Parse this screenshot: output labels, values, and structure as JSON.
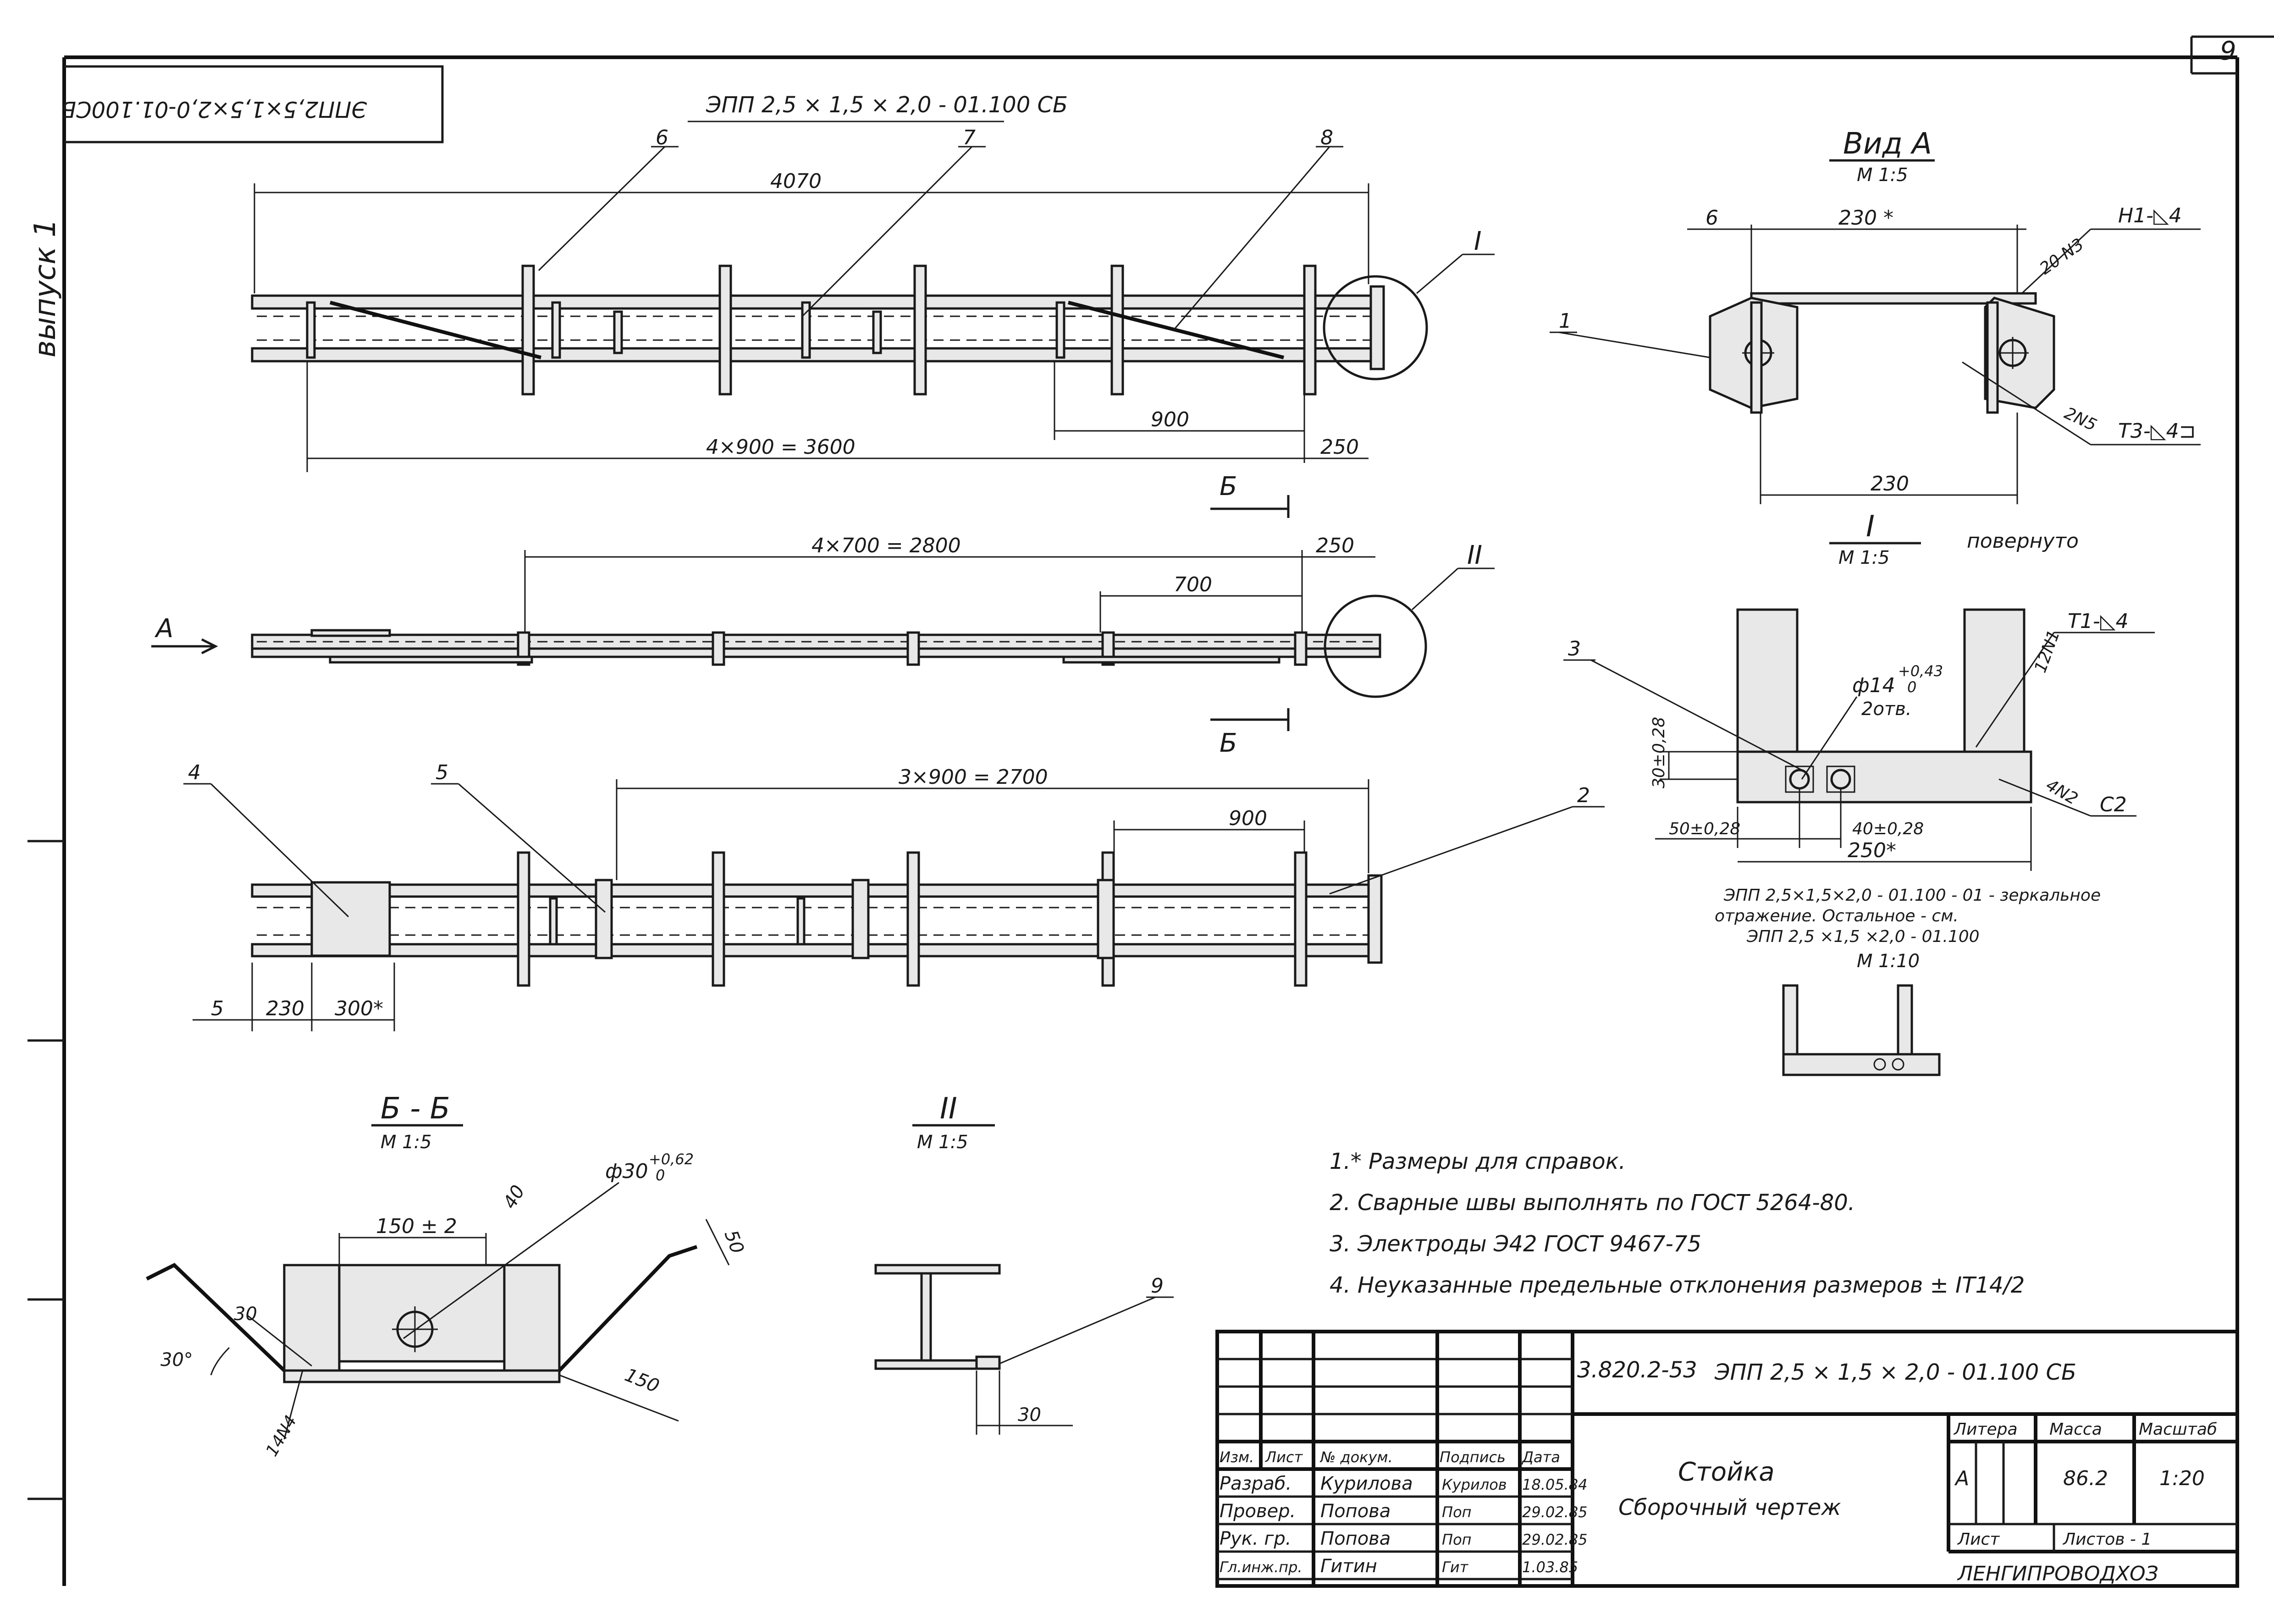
{
  "sheet": {
    "number": "9",
    "side_label": "выпуск 1",
    "stamp_rotated": "ЭПП2,5×1,5×2,0-01.100СБ"
  },
  "main_view": {
    "title": "ЭПП 2,5 × 1,5 × 2,0 - 01.100 СБ",
    "dim_total": "4070",
    "dim_pitch_series": "4×900 = 3600",
    "dim_pitch": "900",
    "dim_end": "250",
    "callouts": [
      "6",
      "7",
      "8"
    ],
    "detail_ref": "I",
    "section_ref": "Б"
  },
  "side_view": {
    "dim_pitch_series": "4×700 = 2800",
    "dim_end": "250",
    "dim_pitch": "700",
    "detail_ref": "II",
    "view_ref": "А",
    "section_ref": "Б"
  },
  "bottom_view": {
    "dim_pitch_series": "3×900 = 2700",
    "dim_pitch": "900",
    "dim_a": "5",
    "dim_b": "230",
    "dim_c": "300*",
    "callouts": [
      "4",
      "5",
      "2"
    ]
  },
  "view_a": {
    "title": "Вид А",
    "scale": "М 1:5",
    "dim_top": "230 *",
    "dim_left": "6",
    "dim_bottom": "230",
    "weld_top": "Н1-◺4",
    "weld_top_pos": "20 N3",
    "weld_bottom": "Т3-◺4⊐",
    "weld_bottom_pos": "2N5",
    "callout": "1"
  },
  "detail_i": {
    "title": "I",
    "scale": "М 1:5",
    "note": "повернуто",
    "weld": "Т1-◺4",
    "weld_pos": "12N1",
    "hole": "ф14",
    "hole_tol": "+0,43",
    "hole_tol_low": "0",
    "hole_count": "2отв.",
    "dim_h": "30±0,28",
    "dim_a": "50±0,28",
    "dim_b": "40±0,28",
    "dim_total": "250*",
    "weld2": "С2",
    "weld2_pos": "4N2",
    "callout": "3",
    "mirror_note_1": "ЭПП 2,5×1,5×2,0 - 01.100 - 01 - зеркальное",
    "mirror_note_2": "отражение.  Остальное - см.",
    "mirror_note_3": "ЭПП 2,5 ×1,5 ×2,0 - 01.100",
    "mirror_scale": "М 1:10"
  },
  "section_bb": {
    "title": "Б - Б",
    "scale": "М 1:5",
    "dim_width": "150 ± 2",
    "hole": "ф30",
    "hole_tol": "+0,62",
    "hole_tol_low": "0",
    "dim_40": "40",
    "dim_50": "50",
    "dim_30": "30",
    "dim_angle": "30°",
    "dim_150": "150",
    "weld_pos": "14N4"
  },
  "detail_ii": {
    "title": "II",
    "scale": "М 1:5",
    "dim_30": "30",
    "callout": "9"
  },
  "notes": [
    "1.* Размеры для справок.",
    "2. Сварные швы выполнять  по  ГОСТ  5264-80.",
    "3. Электроды      Э42  ГОСТ  9467-75",
    "4. Неуказанные  предельные  отклонения  размеров  ± IT14/2"
  ],
  "title_block": {
    "code": "3.820.2-53",
    "designation": "ЭПП 2,5 × 1,5 × 2,0 - 01.100 СБ",
    "name_1": "Стойка",
    "name_2": "Сборочный   чертеж",
    "col_headers": [
      "Изм.",
      "Лист",
      "№ докум.",
      "Подпись",
      "Дата"
    ],
    "rows": [
      {
        "role": "Разраб.",
        "name": "Курилова",
        "sign": "Курилов",
        "date": "18.05.84"
      },
      {
        "role": "Провер.",
        "name": "Попова",
        "sign": "Поп",
        "date": "29.02.85"
      },
      {
        "role": "Рук. гр.",
        "name": "Попова",
        "sign": "Поп",
        "date": "29.02.85"
      },
      {
        "role": "Гл.инж.пр.",
        "name": "Гитин",
        "sign": "Гит",
        "date": "1.03.85"
      }
    ],
    "litera_label": "Литера",
    "mass_label": "Масса",
    "scale_label": "Масштаб",
    "litera": "А",
    "mass": "86.2",
    "scale": "1:20",
    "sheet_label": "Лист",
    "sheets_label": "Листов - 1",
    "org": "ЛЕНГИПРОВОДХОЗ"
  }
}
